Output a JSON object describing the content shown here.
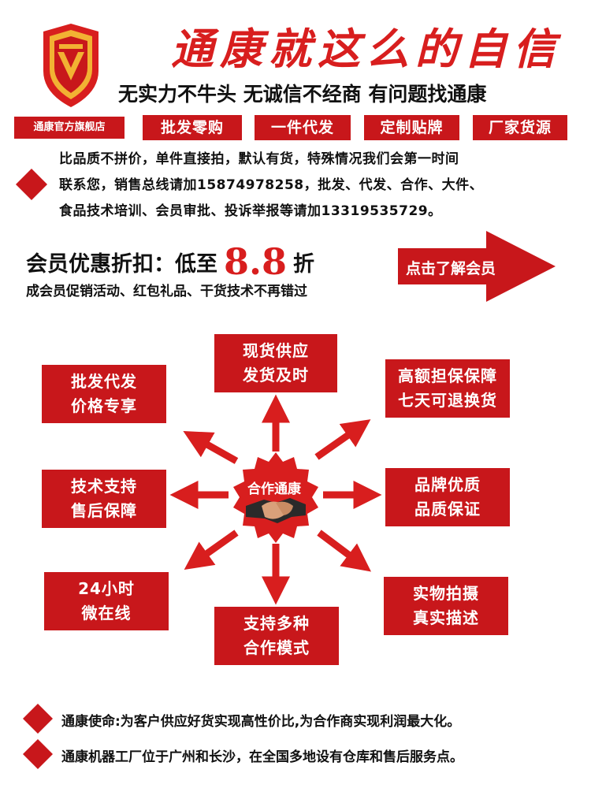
{
  "header": {
    "title": "通康就这么的自信",
    "slogan": "无实力不牛头 无诚信不经商 有问题找通康",
    "store_label": "通康官方旗舰店",
    "tags": [
      "批发零购",
      "一件代发",
      "定制贴牌",
      "厂家货源"
    ]
  },
  "info_lines": [
    "比品质不拼价，单件直接拍，默认有货，特殊情况我们会第一时间",
    "联系您，销售总线请加15874978258，批发、代发、合作、大件、",
    "食品技术培训、会员审批、投诉举报等请加13319535729。"
  ],
  "member": {
    "prefix": "会员优惠折扣：低至",
    "discount": "8.8",
    "suffix": "折",
    "subtitle": "成会员促销活动、红包礼品、干货技术不再错过",
    "cta": "点击了解会员"
  },
  "diagram": {
    "center": "合作通康",
    "boxes": {
      "top": [
        "现货供应",
        "发货及时"
      ],
      "top_left": [
        "批发代发",
        "价格专享"
      ],
      "top_right": [
        "高额担保保障",
        "七天可退换货"
      ],
      "left": [
        "技术支持",
        "售后保障"
      ],
      "right": [
        "品牌优质",
        "品质保证"
      ],
      "bottom_left": [
        "24小时",
        "微在线"
      ],
      "bottom": [
        "支持多种",
        "合作模式"
      ],
      "bottom_right": [
        "实物拍摄",
        "真实描述"
      ]
    }
  },
  "footer": [
    "通康使命:为客户供应好货实现高性价比,为合作商实现利润最大化。",
    "通康机器工厂位于广州和长沙，在全国多地设有仓库和售后服务点。"
  ],
  "colors": {
    "accent": "#c8171b",
    "gold": "#f2b233"
  }
}
